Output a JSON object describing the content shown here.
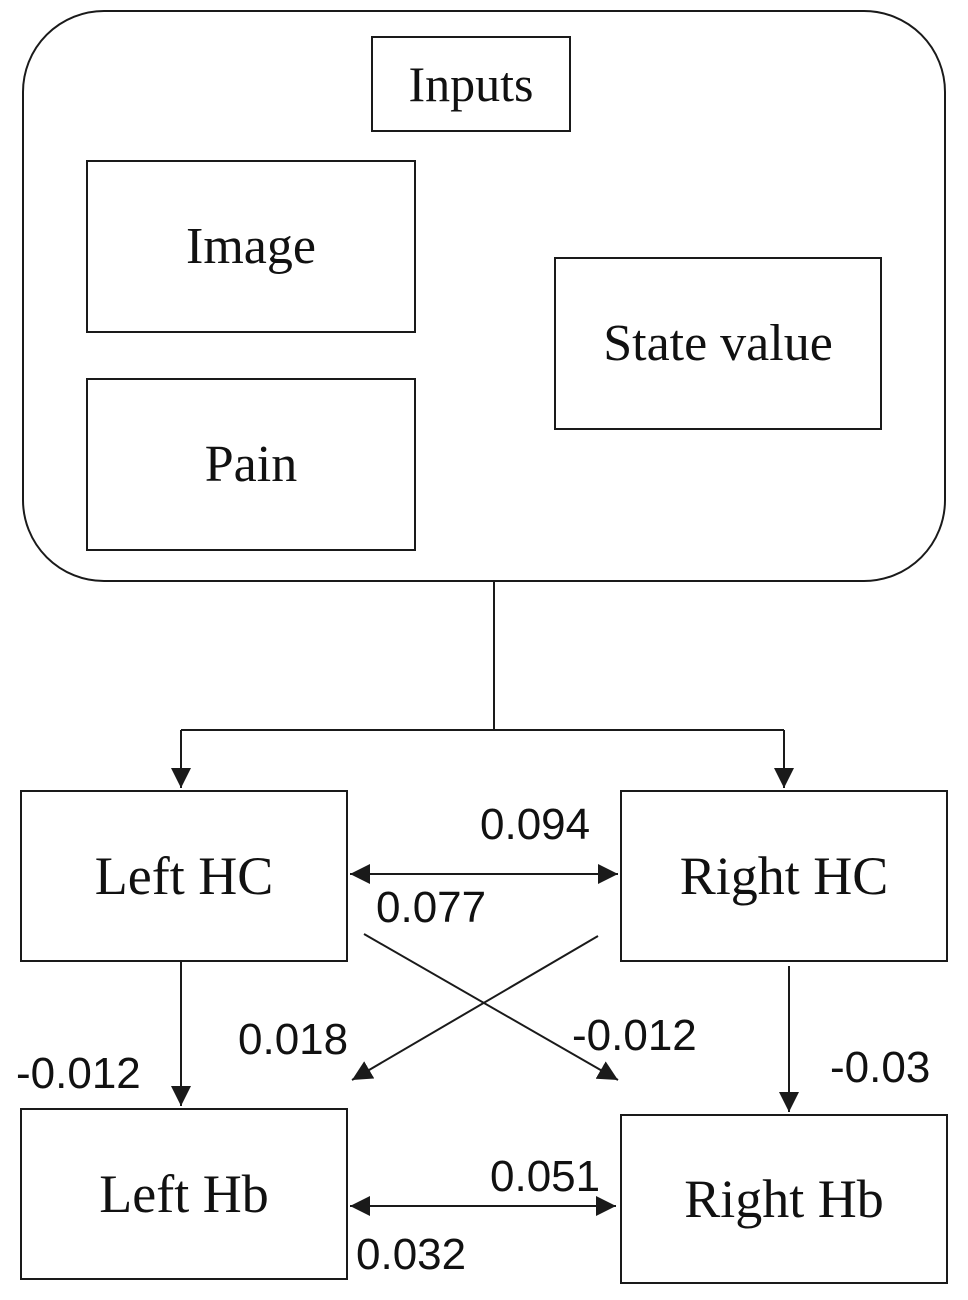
{
  "inputs": {
    "title": "Inputs",
    "items": [
      "Image",
      "Pain",
      "State value"
    ]
  },
  "nodes": {
    "left_hc": "Left HC",
    "right_hc": "Right HC",
    "left_hb": "Left Hb",
    "right_hb": "Right Hb"
  },
  "edges": {
    "left_hc_to_right_hc": "0.094",
    "right_hc_to_left_hc": "0.077",
    "right_hc_to_left_hb": "0.018",
    "left_hc_to_right_hb": "-0.012",
    "left_hc_to_left_hb": "-0.012",
    "right_hc_to_right_hb": "-0.03",
    "left_hb_to_right_hb": "0.051",
    "right_hb_to_left_hb": "0.032"
  },
  "colors": {
    "line": "#1a1a1a",
    "text": "#111111",
    "background": "#ffffff"
  }
}
